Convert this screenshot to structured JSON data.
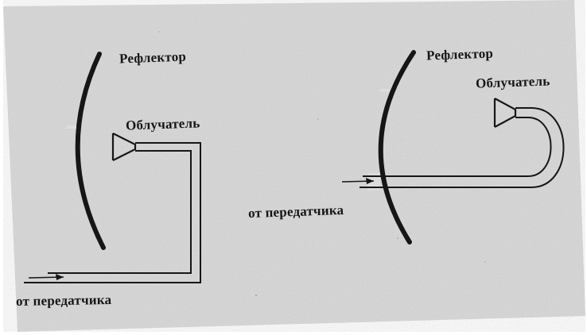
{
  "left_figure": {
    "reflector_label": "Рефлектор",
    "feed_label": "Облучатель",
    "source_label": "от передатчика"
  },
  "right_figure": {
    "reflector_label": "Рефлектор",
    "feed_label": "Облучатель",
    "source_label": "от передатчика"
  },
  "colors": {
    "paper": "#dcdcdc",
    "ink": "#161616",
    "background": "#ffffff"
  }
}
